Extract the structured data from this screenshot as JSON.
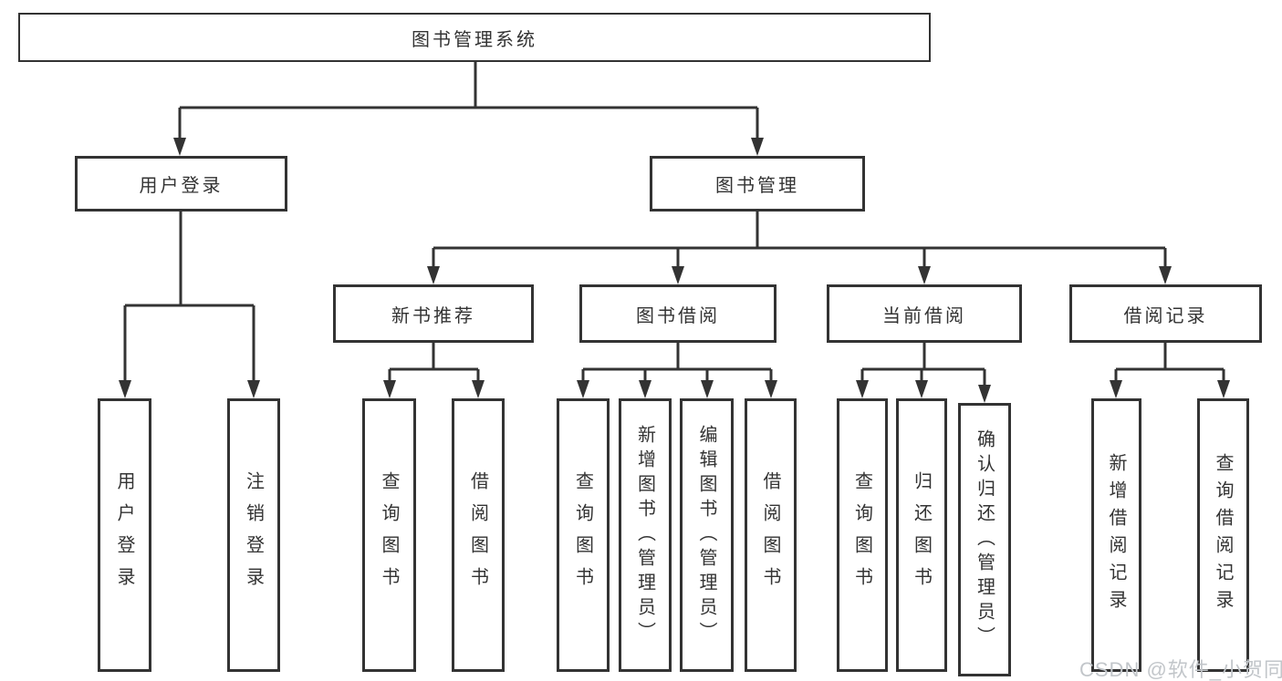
{
  "diagram": {
    "title": "图书管理系统",
    "root": {
      "label": "图书管理系统"
    },
    "level2": [
      {
        "label": "用户登录"
      },
      {
        "label": "图书管理"
      }
    ],
    "level3": [
      {
        "label": "新书推荐"
      },
      {
        "label": "图书借阅"
      },
      {
        "label": "当前借阅"
      },
      {
        "label": "借阅记录"
      }
    ],
    "leaves": {
      "user_login": [
        "用户登录",
        "注销登录"
      ],
      "new_rec": [
        "查询图书",
        "借阅图书"
      ],
      "borrow": [
        "查询图书",
        "新增图书（管理员）",
        "编辑图书（管理员）",
        "借阅图书"
      ],
      "current": [
        "查询图书",
        "归还图书",
        "确认归还（管理员）"
      ],
      "records": [
        "新增借阅记录",
        "查询借阅记录"
      ]
    }
  },
  "watermark": {
    "text": "CSDN @软件_小贺同学"
  },
  "colors": {
    "line": "#333333",
    "text": "#333333",
    "background": "#ffffff",
    "watermark": "#c2c6ca"
  }
}
